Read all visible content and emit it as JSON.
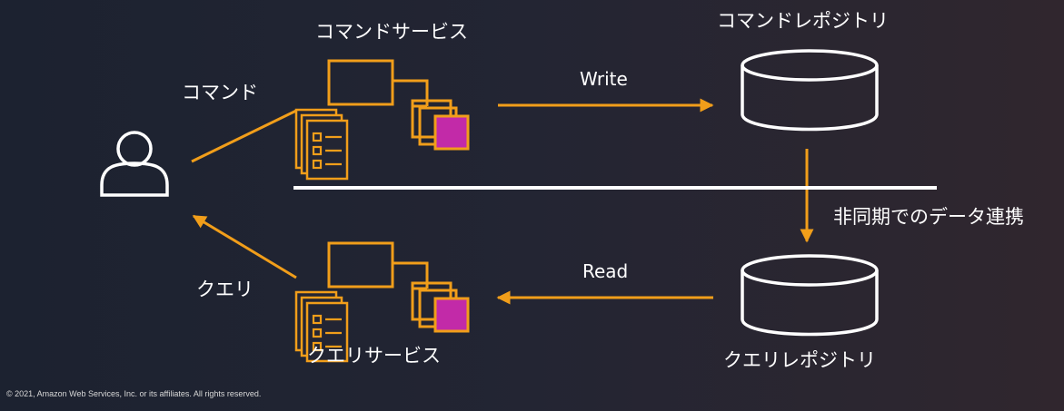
{
  "labels": {
    "command_service": "コマンドサービス",
    "command_repository": "コマンドレポジトリ",
    "command": "コマンド",
    "write": "Write",
    "async_sync": "非同期でのデータ連携",
    "read": "Read",
    "query": "クエリ",
    "query_service": "クエリサービス",
    "query_repository": "クエリレポジトリ"
  },
  "copyright": "© 2021, Amazon Web Services, Inc. or its affiliates. All rights reserved.",
  "colors": {
    "arrow": "#f19e1a",
    "icon_orange": "#f19e1a",
    "icon_magenta": "#c22aa8",
    "line": "#ffffff",
    "text": "#ffffff"
  },
  "icons": {
    "user": "user-icon",
    "service": "service-icon",
    "database": "database-icon"
  }
}
